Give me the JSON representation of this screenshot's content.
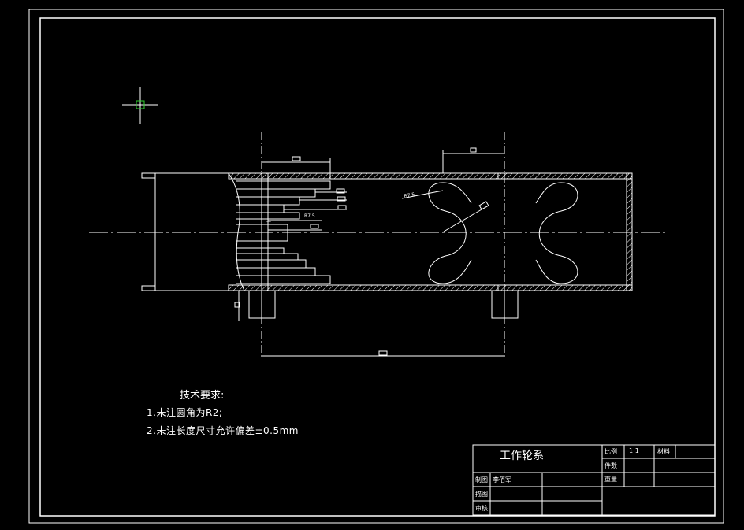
{
  "notes": {
    "heading": "技术要求:",
    "line1": "1.未注圆角为R2;",
    "line2": "2.未注长度尺寸允许偏差±0.5mm"
  },
  "dimensions": {
    "radius_label": "R7.5",
    "radius_label_2": "R7.5",
    "minus_label": "—"
  },
  "title_block": {
    "drawing_name": "工作轮系",
    "scale_label": "比例",
    "scale_value": "1:1",
    "material_label": "材料",
    "parts_label": "件数",
    "weight_label": "重量",
    "drawn_label": "制图",
    "drawn_by": "李佰军",
    "designed_label": "描图",
    "checked_label": "审核"
  },
  "colors": {
    "background": "#000000",
    "lines": "#ffffff",
    "crosshair": "#00ff00"
  }
}
